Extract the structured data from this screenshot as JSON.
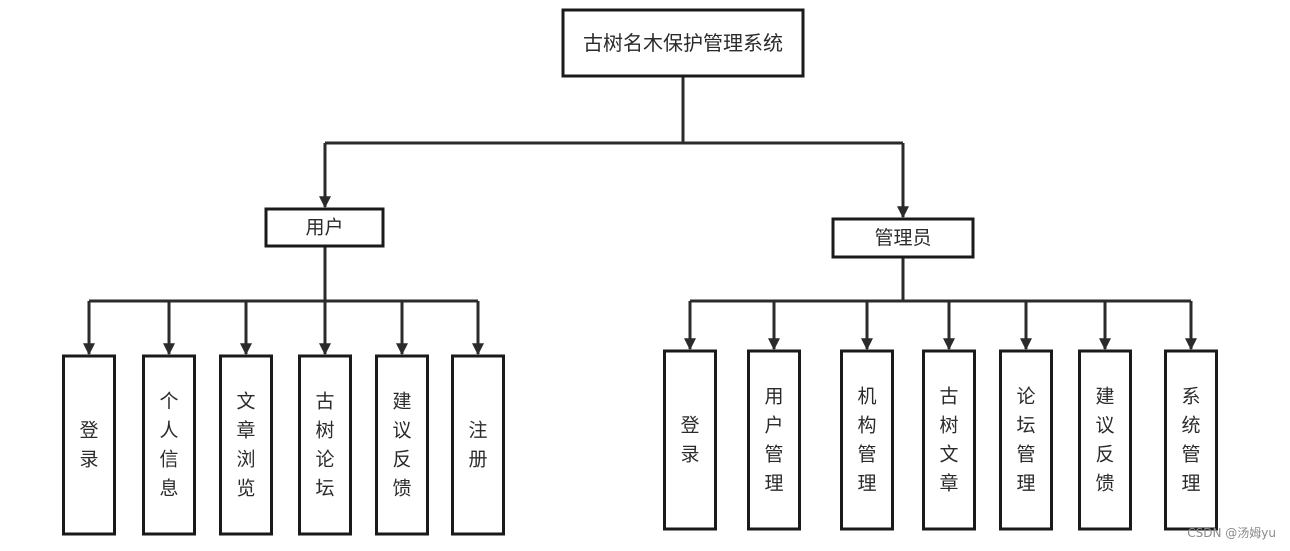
{
  "diagram": {
    "root": "古树名木保护管理系统",
    "groups": [
      {
        "label": "用户",
        "children": [
          "登录",
          "个人信息",
          "文章浏览",
          "古树论坛",
          "建议反馈",
          "注册"
        ]
      },
      {
        "label": "管理员",
        "children": [
          "登录",
          "用户管理",
          "机构管理",
          "古树文章",
          "论坛管理",
          "建议反馈",
          "系统管理"
        ]
      }
    ]
  },
  "watermark": "CSDN @汤姆yu",
  "colors": {
    "line": "#2b2b2b",
    "border": "#1a1a1a",
    "background": "#ffffff"
  }
}
